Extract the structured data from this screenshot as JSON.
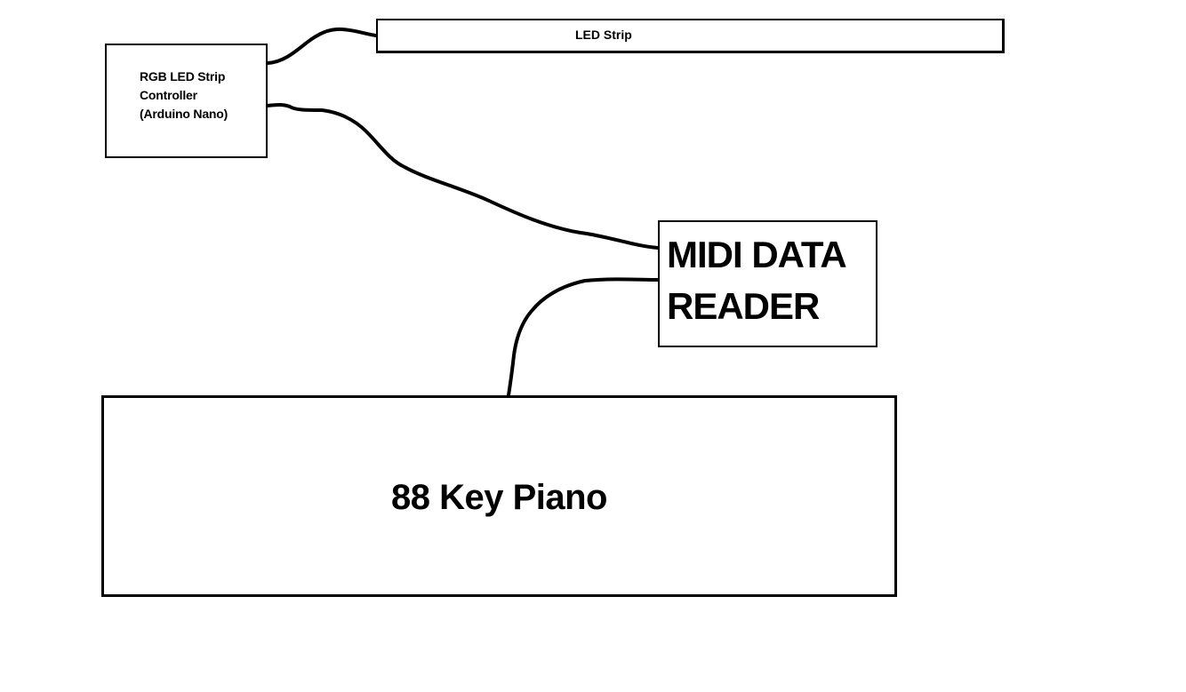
{
  "diagram": {
    "title": "",
    "nodes": [
      {
        "id": "controller",
        "label": "RGB LED Strip\nController\n(Arduino Nano)"
      },
      {
        "id": "led_strip",
        "label": "LED Strip"
      },
      {
        "id": "midi_reader",
        "label": "MIDI DATA\nREADER"
      },
      {
        "id": "piano",
        "label": "88 Key Piano"
      }
    ],
    "edges": [
      {
        "from": "controller",
        "to": "led_strip"
      },
      {
        "from": "controller",
        "to": "midi_reader"
      },
      {
        "from": "midi_reader",
        "to": "piano"
      }
    ],
    "colors": {
      "stroke": "#000000",
      "background": "#ffffff",
      "text": "#000000"
    }
  }
}
